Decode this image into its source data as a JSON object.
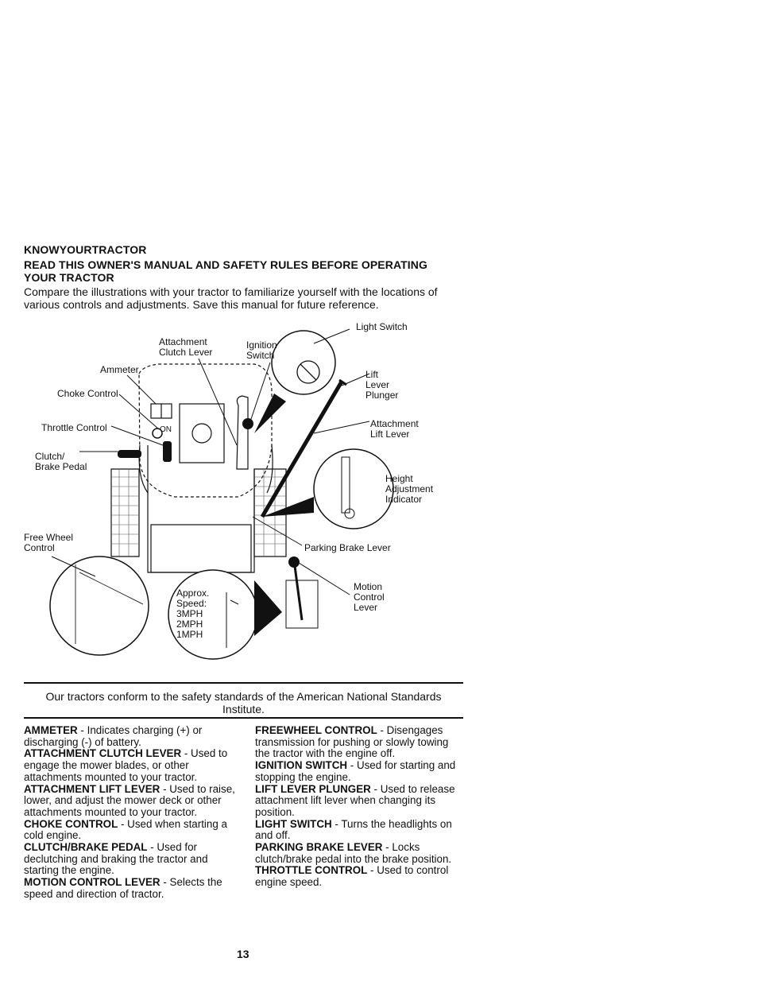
{
  "heading": "KNOWYOURTRACTOR",
  "subheading_line1": "READ THIS OWNER'S MANUAL AND SAFETY RULES BEFORE OPERATING",
  "subheading_line2": "YOUR TRACTOR",
  "intro_line1": "Compare the illustrations with your tractor to familiarize yourself with the locations of",
  "intro_line2": "various controls and adjustments.  Save this manual for future reference.",
  "diagram_labels": {
    "light_switch": "Light Switch",
    "attachment_clutch_1": "Attachment",
    "attachment_clutch_2": "Clutch Lever",
    "ignition_1": "Ignition",
    "ignition_2": "Switch",
    "ammeter": "Ammeter",
    "choke": "Choke Control",
    "throttle": "Throttle Control",
    "clutch_1": "Clutch/",
    "clutch_2": "Brake Pedal",
    "lift_1": "Lift",
    "lift_2": "Lever",
    "lift_3": "Plunger",
    "att_lift_1": "Attachment",
    "att_lift_2": "Lift Lever",
    "height_1": "Height",
    "height_2": "Adjustment",
    "height_3": "Indicator",
    "parking": "Parking Brake Lever",
    "free_wheel_1": "Free Wheel",
    "free_wheel_2": "Control",
    "motion_1": "Motion",
    "motion_2": "Control",
    "motion_3": "Lever",
    "approx": "Approx.",
    "speed": "Speed:",
    "mph3": "3MPH",
    "mph2": "2MPH",
    "mph1": "1MPH",
    "on": "ON"
  },
  "standards_line1": "Our tractors conform to the safety standards of the American National Standards",
  "standards_line2": "Institute.",
  "definitions_left": [
    {
      "term": "AMMETER",
      "desc": " - Indicates charging (+) or discharging (-) of battery."
    },
    {
      "term": "ATTACHMENT CLUTCH LEVER",
      "desc": " - Used to engage the mower blades, or other attachments mounted to your tractor."
    },
    {
      "term": "ATTACHMENT LIFT LEVER",
      "desc": " - Used to raise, lower, and adjust the mower deck or other attachments mounted to your tractor."
    },
    {
      "term": "CHOKE CONTROL",
      "desc": " - Used when starting a cold engine."
    },
    {
      "term": "CLUTCH/BRAKE PEDAL",
      "desc": " - Used for declutching and braking the tractor and starting the engine."
    },
    {
      "term": "MOTION CONTROL LEVER",
      "desc": " - Selects the speed and direction of tractor."
    }
  ],
  "definitions_right": [
    {
      "term": "FREEWHEEL CONTROL",
      "desc": " - Disengages transmission for pushing or slowly towing the tractor with the engine off."
    },
    {
      "term": "IGNITION SWITCH",
      "desc": " - Used for starting and stopping the engine."
    },
    {
      "term": "LIFT LEVER PLUNGER",
      "desc": " - Used to release attachment lift lever when changing its position."
    },
    {
      "term": "LIGHT SWITCH",
      "desc": " - Turns the headlights on and off."
    },
    {
      "term": "PARKING BRAKE LEVER",
      "desc": " - Locks clutch/brake pedal into the brake position."
    },
    {
      "term": "THROTTLE CONTROL",
      "desc": " -  Used to control engine speed."
    }
  ],
  "page_number": "13"
}
